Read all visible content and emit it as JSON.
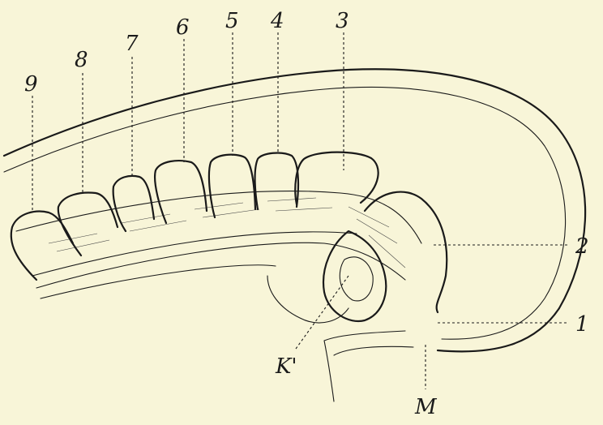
{
  "labels": {
    "somite_9": "9",
    "somite_8": "8",
    "somite_7": "7",
    "somite_6": "6",
    "somite_5": "5",
    "somite_4": "4",
    "somite_3": "3",
    "label_2": "2",
    "label_1": "1",
    "label_k1": "K'",
    "label_m": "M"
  }
}
